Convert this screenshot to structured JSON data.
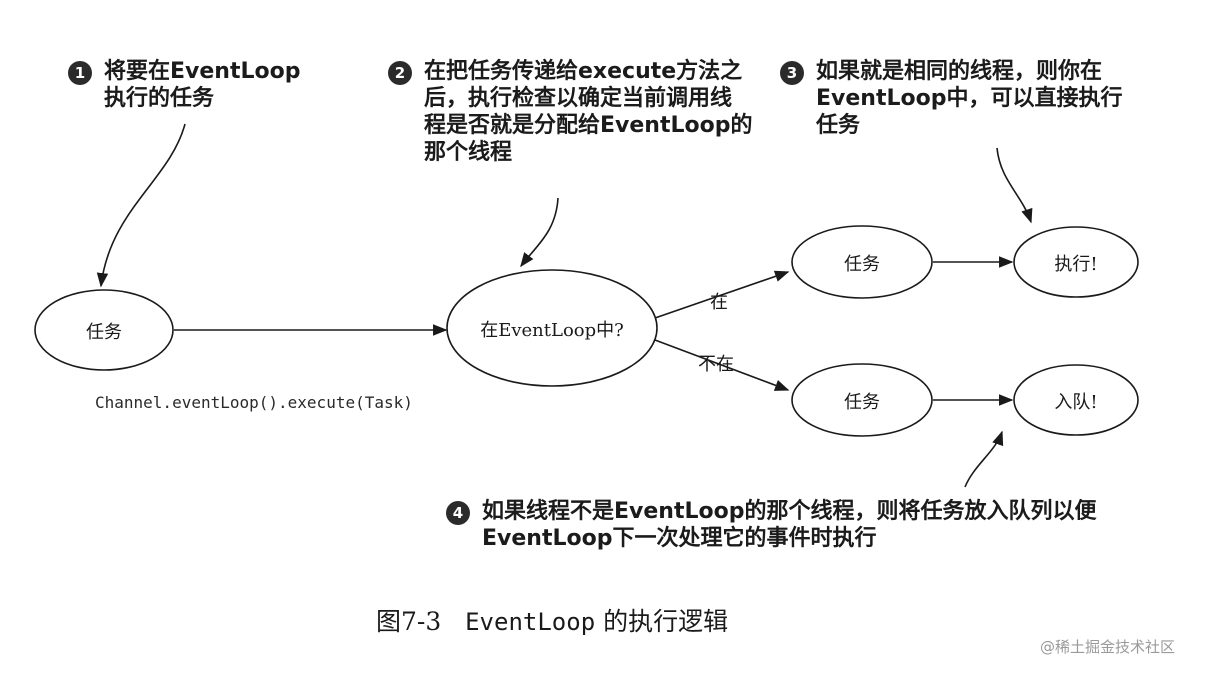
{
  "notes": [
    {
      "num": "1",
      "lines": [
        "将要在EventLoop",
        "执行的任务"
      ]
    },
    {
      "num": "2",
      "lines": [
        "在把任务传递给execute方法之",
        "后，执行检查以确定当前调用线",
        "程是否就是分配给EventLoop的",
        "那个线程"
      ]
    },
    {
      "num": "3",
      "lines": [
        "如果就是相同的线程，则你在",
        "EventLoop中，可以直接执行",
        "任务"
      ]
    },
    {
      "num": "4",
      "lines": [
        "如果线程不是EventLoop的那个线程，则将任务放入队列以便",
        "EventLoop下一次处理它的事件时执行"
      ]
    }
  ],
  "nodes": {
    "task_source": "任务",
    "decision": "在EventLoop中?",
    "task_yes": "任务",
    "execute": "执行!",
    "task_no": "任务",
    "enqueue": "入队!"
  },
  "edge_labels": {
    "yes": "在",
    "no": "不在"
  },
  "code_label": "Channel.eventLoop().execute(Task)",
  "caption": {
    "prefix": "图7-3",
    "mono": "EventLoop",
    "suffix": "的执行逻辑"
  },
  "watermark": "@稀土掘金技术社区"
}
